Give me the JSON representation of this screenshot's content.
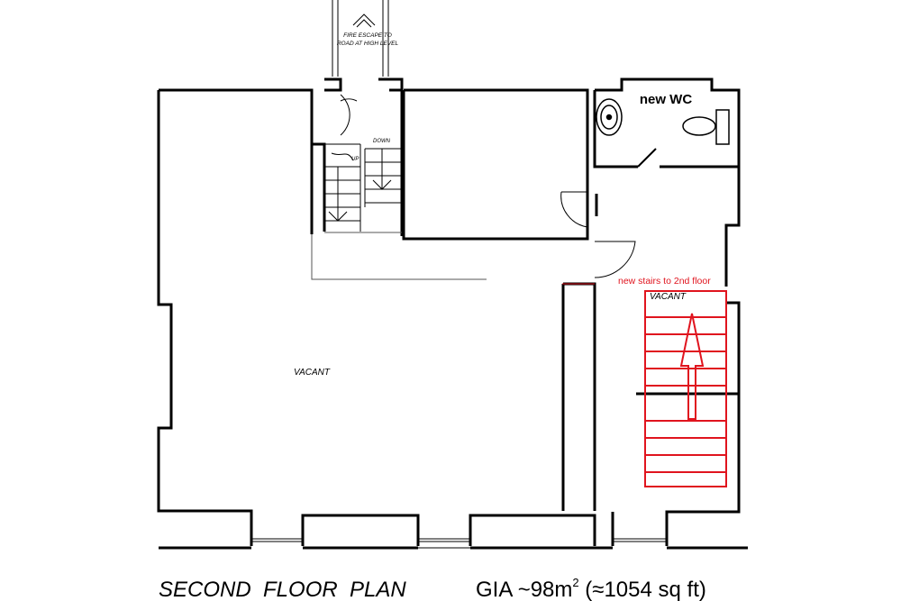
{
  "labels": {
    "fire_escape_line1": "FIRE ESCAPE TO",
    "fire_escape_line2": "ROAD AT HIGH LEVEL",
    "wc": "new WC",
    "up": "UP",
    "down": "DOWN",
    "vacant_main": "VACANT",
    "vacant_right": "VACANT",
    "new_stairs": "new stairs to 2nd floor"
  },
  "footer": {
    "plan_title": "SECOND  FLOOR  PLAN",
    "gia_prefix": "GIA ~98m",
    "gia_superscript": "2",
    "gia_suffix": " (≈1054 sq ft)"
  },
  "colors": {
    "wall": "#000000",
    "annotation": "#e0141e",
    "thin_line": "#555555"
  }
}
